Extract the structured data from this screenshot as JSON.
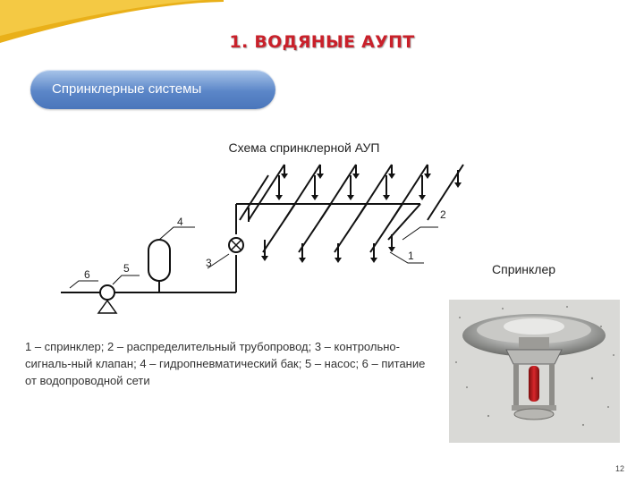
{
  "slide": {
    "title": "1. ВОДЯНЫЕ АУПТ",
    "section_button": "Спринклерные системы",
    "diagram_title": "Схема спринклерной АУП",
    "sprinkler_title": "Спринклер",
    "legend": "1 – спринклер; 2 – распределительный трубопровод; 3 – контрольно-сигналь-ный клапан; 4 – гидропневматический бак; 5 – насос; 6 – питание от водопроводной сети",
    "page_number": "12"
  },
  "diagram": {
    "labels": [
      "1",
      "2",
      "3",
      "4",
      "5",
      "6"
    ]
  },
  "colors": {
    "title": "#c9202a",
    "button": "#5b86c8",
    "corner": "#e9b019"
  }
}
